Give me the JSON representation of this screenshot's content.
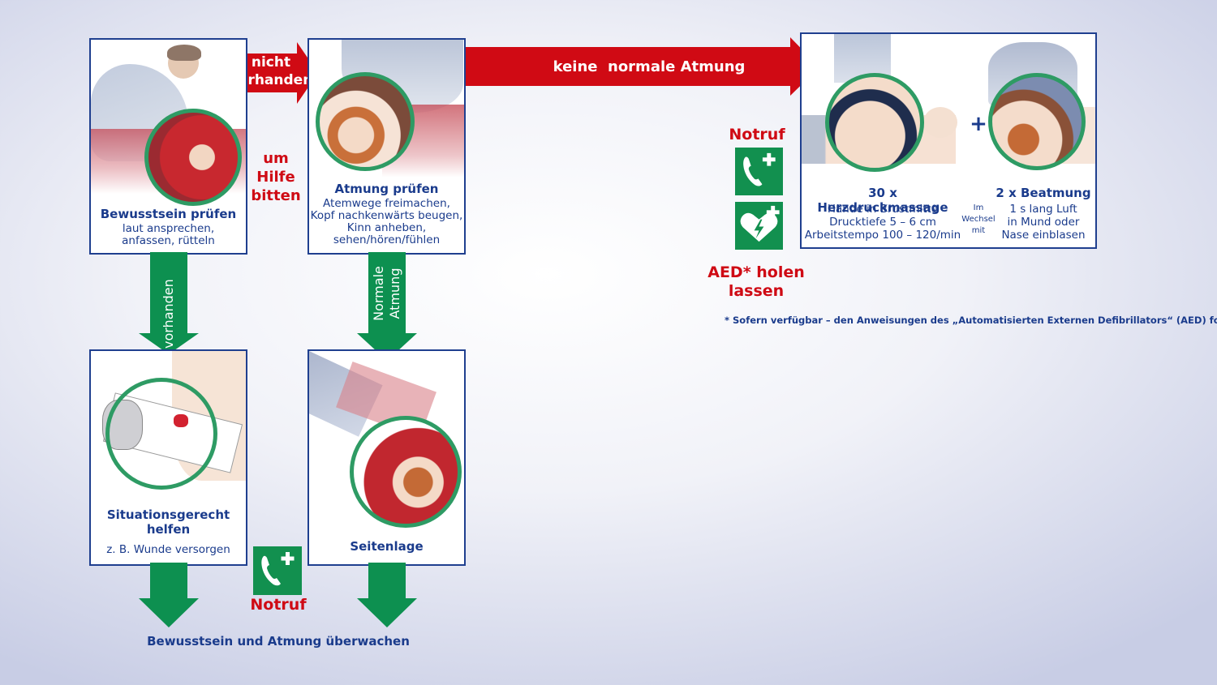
{
  "colors": {
    "navy": "#1f3f8f",
    "text_blue": "#1a3b8c",
    "red": "#d00a14",
    "green_arrow": "#0d9050",
    "green_ring": "#2e9b64",
    "sign_green": "#12904f"
  },
  "step1": {
    "title": "Bewusstsein prüfen",
    "lines": [
      "laut ansprechen,",
      "anfassen, rütteln"
    ]
  },
  "arrow_not_present": {
    "line1": "nicht",
    "line2": "vorhanden"
  },
  "ask_help": {
    "line1": "um",
    "line2": "Hilfe",
    "line3": "bitten"
  },
  "step2": {
    "title": "Atmung prüfen",
    "lines": [
      "Atemwege freimachen,",
      "Kopf nachkenwärts beugen,",
      "Kinn anheben,",
      "sehen/hören/fühlen"
    ]
  },
  "arrow_no_normal_breathing": {
    "label": "keine  normale Atmung"
  },
  "arrow_present": {
    "label": "vorhanden"
  },
  "arrow_normal_breathing": {
    "line1": "Normale",
    "line2": "Atmung"
  },
  "step_help": {
    "title_line1": "Situationsgerecht",
    "title_line2": "helfen",
    "sub": "z. B. Wunde versorgen"
  },
  "step_recovery": {
    "title": "Seitenlage"
  },
  "emergency_call_bottom": {
    "label": "Notruf",
    "icon": "emergency-phone-icon"
  },
  "monitor": {
    "label": "Bewusstsein und Atmung überwachen"
  },
  "cpr": {
    "compressions": {
      "title": "30 x Herzdruckmassage",
      "lines": [
        "Hände in Brustmitte",
        "Drucktiefe 5 – 6 cm",
        "Arbeitstempo 100 – 120/min"
      ]
    },
    "alternate": {
      "line1": "Im",
      "line2": "Wechsel",
      "line3": "mit"
    },
    "plus": "+",
    "breaths": {
      "title": "2 x Beatmung",
      "lines": [
        "1 s lang Luft",
        "in Mund oder",
        "Nase einblasen"
      ]
    }
  },
  "emergency_call_right": {
    "label": "Notruf",
    "icon": "emergency-phone-icon"
  },
  "aed": {
    "icon": "aed-heart-icon",
    "line1": "AED* holen",
    "line2": "lassen"
  },
  "footnote": "* Sofern verfügbar – den Anweisungen des „Automatisierten Externen Defibrillators“ (AED) folgen."
}
